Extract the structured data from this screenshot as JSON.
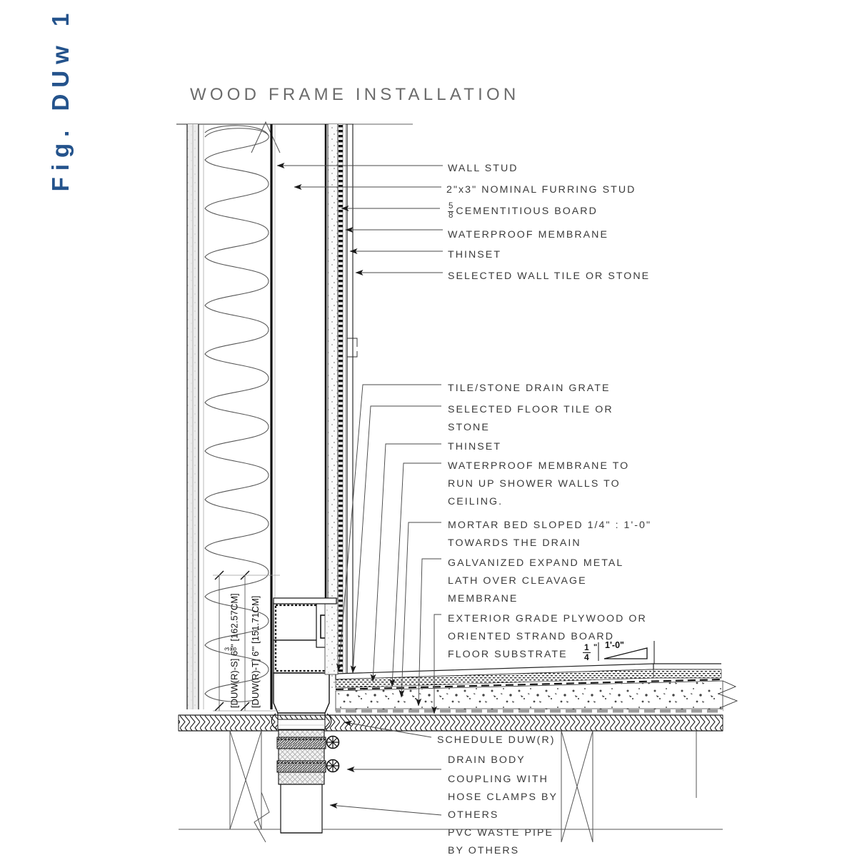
{
  "figure": {
    "title": "Fig. DUw 1",
    "title_color": "#24538c",
    "heading": "WOOD FRAME INSTALLATION",
    "heading_color": "#6b6b6b"
  },
  "callouts": {
    "upper": [
      {
        "id": "wall-stud",
        "text": "WALL STUD"
      },
      {
        "id": "furring-stud",
        "text": "2\"x3\" NOMINAL FURRING STUD"
      },
      {
        "id": "cementitious",
        "pre_fraction": {
          "num": "5",
          "den": "8"
        },
        "text": "CEMENTITIOUS BOARD"
      },
      {
        "id": "waterproof-memb",
        "text": "WATERPROOF MEMBRANE"
      },
      {
        "id": "thinset",
        "text": "THINSET"
      },
      {
        "id": "wall-tile",
        "text": "SELECTED  WALL TILE OR STONE"
      }
    ],
    "middle": [
      {
        "id": "drain-grate",
        "lines": [
          "TILE/STONE DRAIN GRATE"
        ]
      },
      {
        "id": "floor-tile",
        "lines": [
          "SELECTED  FLOOR TILE OR",
          "STONE"
        ]
      },
      {
        "id": "thinset-floor",
        "lines": [
          "THINSET"
        ]
      },
      {
        "id": "waterproof-walls",
        "lines": [
          "WATERPROOF MEMBRANE TO",
          "RUN UP SHOWER WALLS TO",
          "CEILING."
        ]
      },
      {
        "id": "mortar-bed",
        "lines": [
          "MORTAR BED SLOPED  1/4\" : 1'-0\"",
          "TOWARDS THE DRAIN"
        ]
      },
      {
        "id": "metal-lath",
        "lines": [
          "GALVANIZED EXPAND METAL",
          "LATH OVER CLEAVAGE",
          "MEMBRANE"
        ]
      },
      {
        "id": "plywood",
        "lines": [
          "EXTERIOR GRADE PLYWOOD OR",
          "ORIENTED STRAND BOARD",
          "FLOOR SUBSTRATE"
        ]
      }
    ],
    "lower": [
      {
        "id": "drain-body",
        "lines": [
          "SCHEDULE DUW(R)",
          "DRAIN BODY"
        ]
      },
      {
        "id": "coupling",
        "lines": [
          "COUPLING WITH",
          "HOSE CLAMPS BY",
          "OTHERS"
        ]
      },
      {
        "id": "waste-pipe",
        "lines": [
          "PVC WASTE PIPE",
          "BY OTHERS"
        ]
      }
    ]
  },
  "dimensions": {
    "outer": {
      "prefix": "[DUW(R)-S]",
      "feet": "6",
      "frac_num": "3",
      "frac_den": "8",
      "unit": "\"",
      "metric": "[162.57CM]"
    },
    "inner": {
      "prefix": "[DUW(R)-T]",
      "feet": "6'",
      "unit": "\"",
      "metric": "[151.71CM]"
    }
  },
  "slope_symbol": {
    "run": "1'-0\"",
    "rise_num": "1",
    "rise_den": "4",
    "rise_unit": "\""
  },
  "chart_data": {
    "type": "diagram",
    "title": "WOOD FRAME INSTALLATION — Fig. DUw 1",
    "description": "Architectural wall/floor section detail of a shower drain in wood frame construction"
  }
}
